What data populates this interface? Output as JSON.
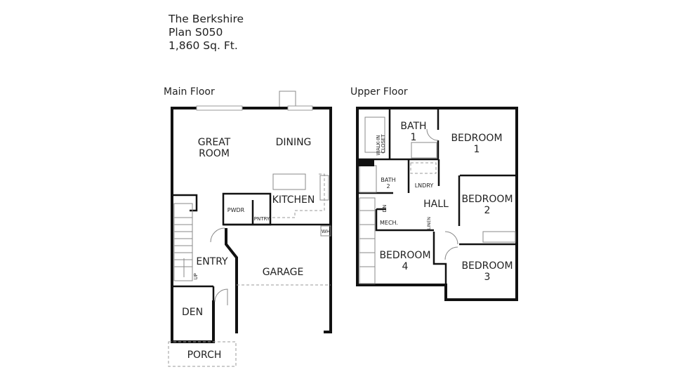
{
  "header": {
    "name": "The Berkshire",
    "plan": "Plan S050",
    "area": "1,860 Sq. Ft."
  },
  "main_floor": {
    "label": "Main Floor",
    "rooms": {
      "great_room_1": "GREAT",
      "great_room_2": "ROOM",
      "dining": "DINING",
      "kitchen": "KITCHEN",
      "pwdr": "PWDR",
      "pntry": "PNTRY",
      "wh": "WH",
      "entry": "ENTRY",
      "up": "UP",
      "garage": "GARAGE",
      "den": "DEN",
      "porch": "PORCH"
    }
  },
  "upper_floor": {
    "label": "Upper Floor",
    "rooms": {
      "walkin_1": "WALK-IN",
      "walkin_2": "CLOSET",
      "bath1_1": "BATH",
      "bath1_2": "1",
      "bedroom1_1": "BEDROOM",
      "bedroom1_2": "1",
      "bath2_1": "BATH",
      "bath2_2": "2",
      "lndry": "LNDRY",
      "hall": "HALL",
      "dn": "DN",
      "mech": "MECH.",
      "linen": "LINEN",
      "bedroom2_1": "BEDROOM",
      "bedroom2_2": "2",
      "bedroom4_1": "BEDROOM",
      "bedroom4_2": "4",
      "bedroom3_1": "BEDROOM",
      "bedroom3_2": "3"
    }
  }
}
